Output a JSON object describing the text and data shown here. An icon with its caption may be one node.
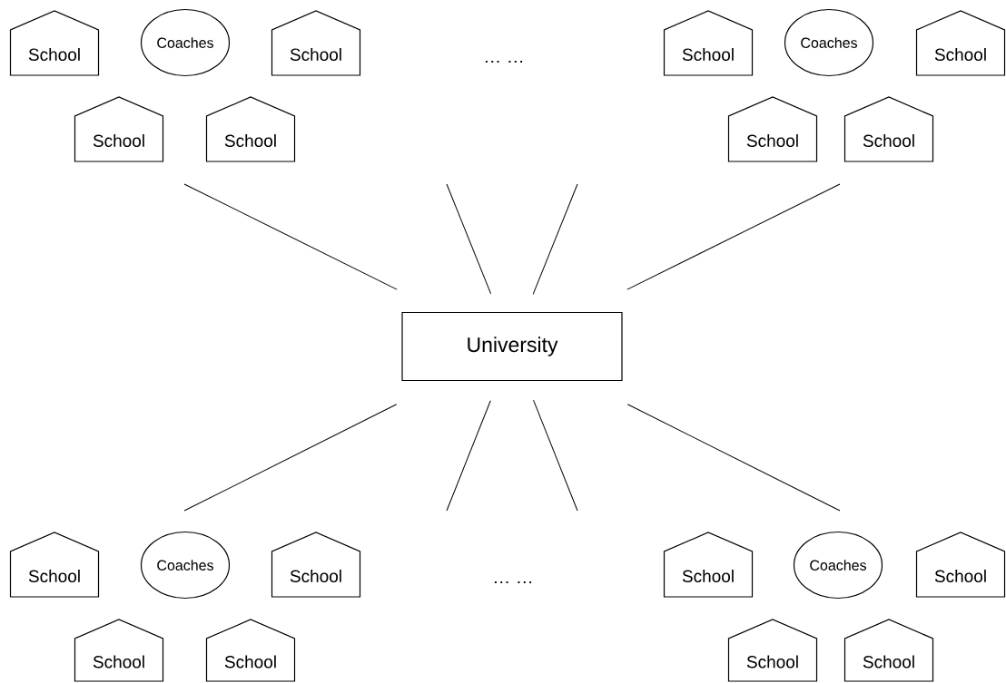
{
  "diagram": {
    "nodes": [
      {
        "text": [
          "School"
        ]
      },
      {
        "text": [
          "Coaches"
        ]
      },
      {
        "text": [
          "School"
        ]
      },
      {
        "text": [
          "School"
        ]
      },
      {
        "text": [
          "Coaches"
        ]
      },
      {
        "text": [
          "School"
        ]
      },
      {
        "text": [
          "School"
        ]
      },
      {
        "text": [
          "School"
        ]
      },
      {
        "text": [
          "School"
        ]
      },
      {
        "text": [
          "School"
        ]
      },
      {
        "text": [
          "University"
        ]
      },
      {
        "text": [
          "School"
        ]
      },
      {
        "text": [
          "Coaches"
        ]
      },
      {
        "text": [
          "School"
        ]
      },
      {
        "text": [
          "School"
        ]
      },
      {
        "text": [
          "Coaches"
        ]
      },
      {
        "text": [
          "School"
        ]
      },
      {
        "text": [
          "School"
        ]
      },
      {
        "text": [
          "School"
        ]
      },
      {
        "text": [
          "School"
        ]
      },
      {
        "text": [
          "School"
        ]
      }
    ],
    "edges": [
      {
        "from": 10,
        "to": null,
        "arrow": "none"
      },
      {
        "from": 10,
        "to": null,
        "arrow": "none"
      },
      {
        "from": 10,
        "to": null,
        "arrow": "none"
      },
      {
        "from": 10,
        "to": null,
        "arrow": "none"
      },
      {
        "from": 10,
        "to": null,
        "arrow": "none"
      },
      {
        "from": 10,
        "to": null,
        "arrow": "none"
      },
      {
        "from": 10,
        "to": null,
        "arrow": "none"
      },
      {
        "from": 10,
        "to": null,
        "arrow": "none"
      }
    ],
    "labels": [
      "… …",
      "… …"
    ]
  }
}
